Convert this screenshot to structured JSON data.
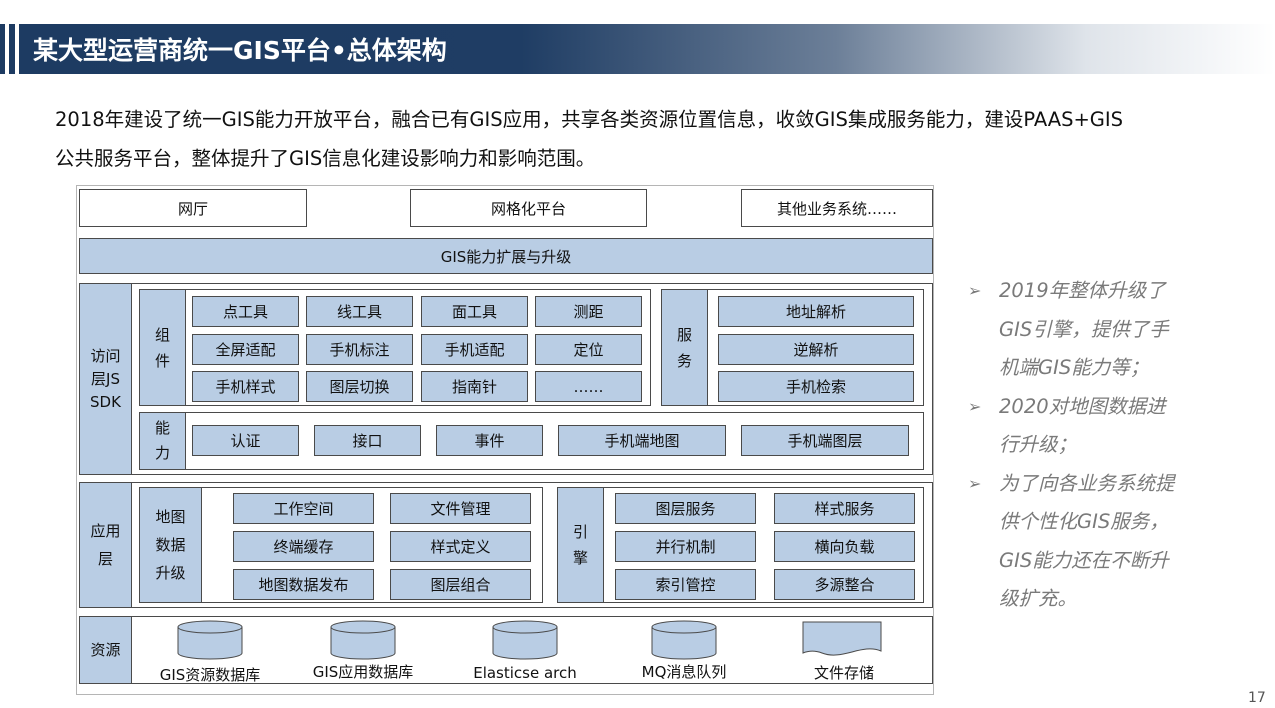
{
  "title": "某大型运营商统一GIS平台•总体架构",
  "intro": {
    "line1": "2018年建设了统一GIS能力开放平台，融合已有GIS应用，共享各类资源位置信息，收敛GIS集成服务能力，建设PAAS+GIS",
    "line2": "公共服务平台，整体提升了GIS信息化建设影响力和影响范围。"
  },
  "diagram": {
    "top_apps": [
      "网厅",
      "网格化平台",
      "其他业务系统……"
    ],
    "extension_bar": "GIS能力扩展与升级",
    "access_layer": {
      "label_lines": [
        "访问",
        "层JS",
        "SDK"
      ],
      "components": {
        "label_chars": [
          "组",
          "件"
        ],
        "items": [
          "点工具",
          "线工具",
          "面工具",
          "测距",
          "全屏适配",
          "手机标注",
          "手机适配",
          "定位",
          "手机样式",
          "图层切换",
          "指南针",
          "……"
        ]
      },
      "services": {
        "label_chars": [
          "服",
          "务"
        ],
        "items": [
          "地址解析",
          "逆解析",
          "手机检索"
        ]
      },
      "capabilities": {
        "label_chars": [
          "能",
          "力"
        ],
        "items": [
          "认证",
          "接口",
          "事件",
          "手机端地图",
          "手机端图层"
        ]
      }
    },
    "app_layer": {
      "label_lines": [
        "应用",
        "层"
      ],
      "map_upgrade": {
        "label_lines": [
          "地图",
          "数据",
          "升级"
        ],
        "items": [
          "工作空间",
          "文件管理",
          "终端缓存",
          "样式定义",
          "地图数据发布",
          "图层组合"
        ]
      },
      "engine": {
        "label_chars": [
          "引",
          "擎"
        ],
        "items": [
          "图层服务",
          "样式服务",
          "并行机制",
          "横向负载",
          "索引管控",
          "多源整合"
        ]
      }
    },
    "resource_layer": {
      "label": "资源",
      "items": [
        "GIS资源数据库",
        "GIS应用数据库",
        "Elasticse arch",
        "MQ消息队列",
        "文件存储"
      ]
    }
  },
  "notes": [
    {
      "arrow": "➢",
      "lines": [
        "2019年整体升级了",
        "GIS引擎，提供了手",
        "机端GIS能力等；"
      ]
    },
    {
      "arrow": "➢",
      "lines": [
        "2020对地图数据进",
        "行升级；"
      ]
    },
    {
      "arrow": "➢",
      "lines": [
        "为了向各业务系统提",
        "供个性化GIS服务，",
        "GIS能力还在不断升",
        "级扩充。"
      ]
    }
  ],
  "page_number": "17",
  "colors": {
    "title_bar": "#1d3b62",
    "box_fill": "#b9cde4",
    "box_border": "#4a4a4a",
    "note_text": "#7a7a7a"
  }
}
